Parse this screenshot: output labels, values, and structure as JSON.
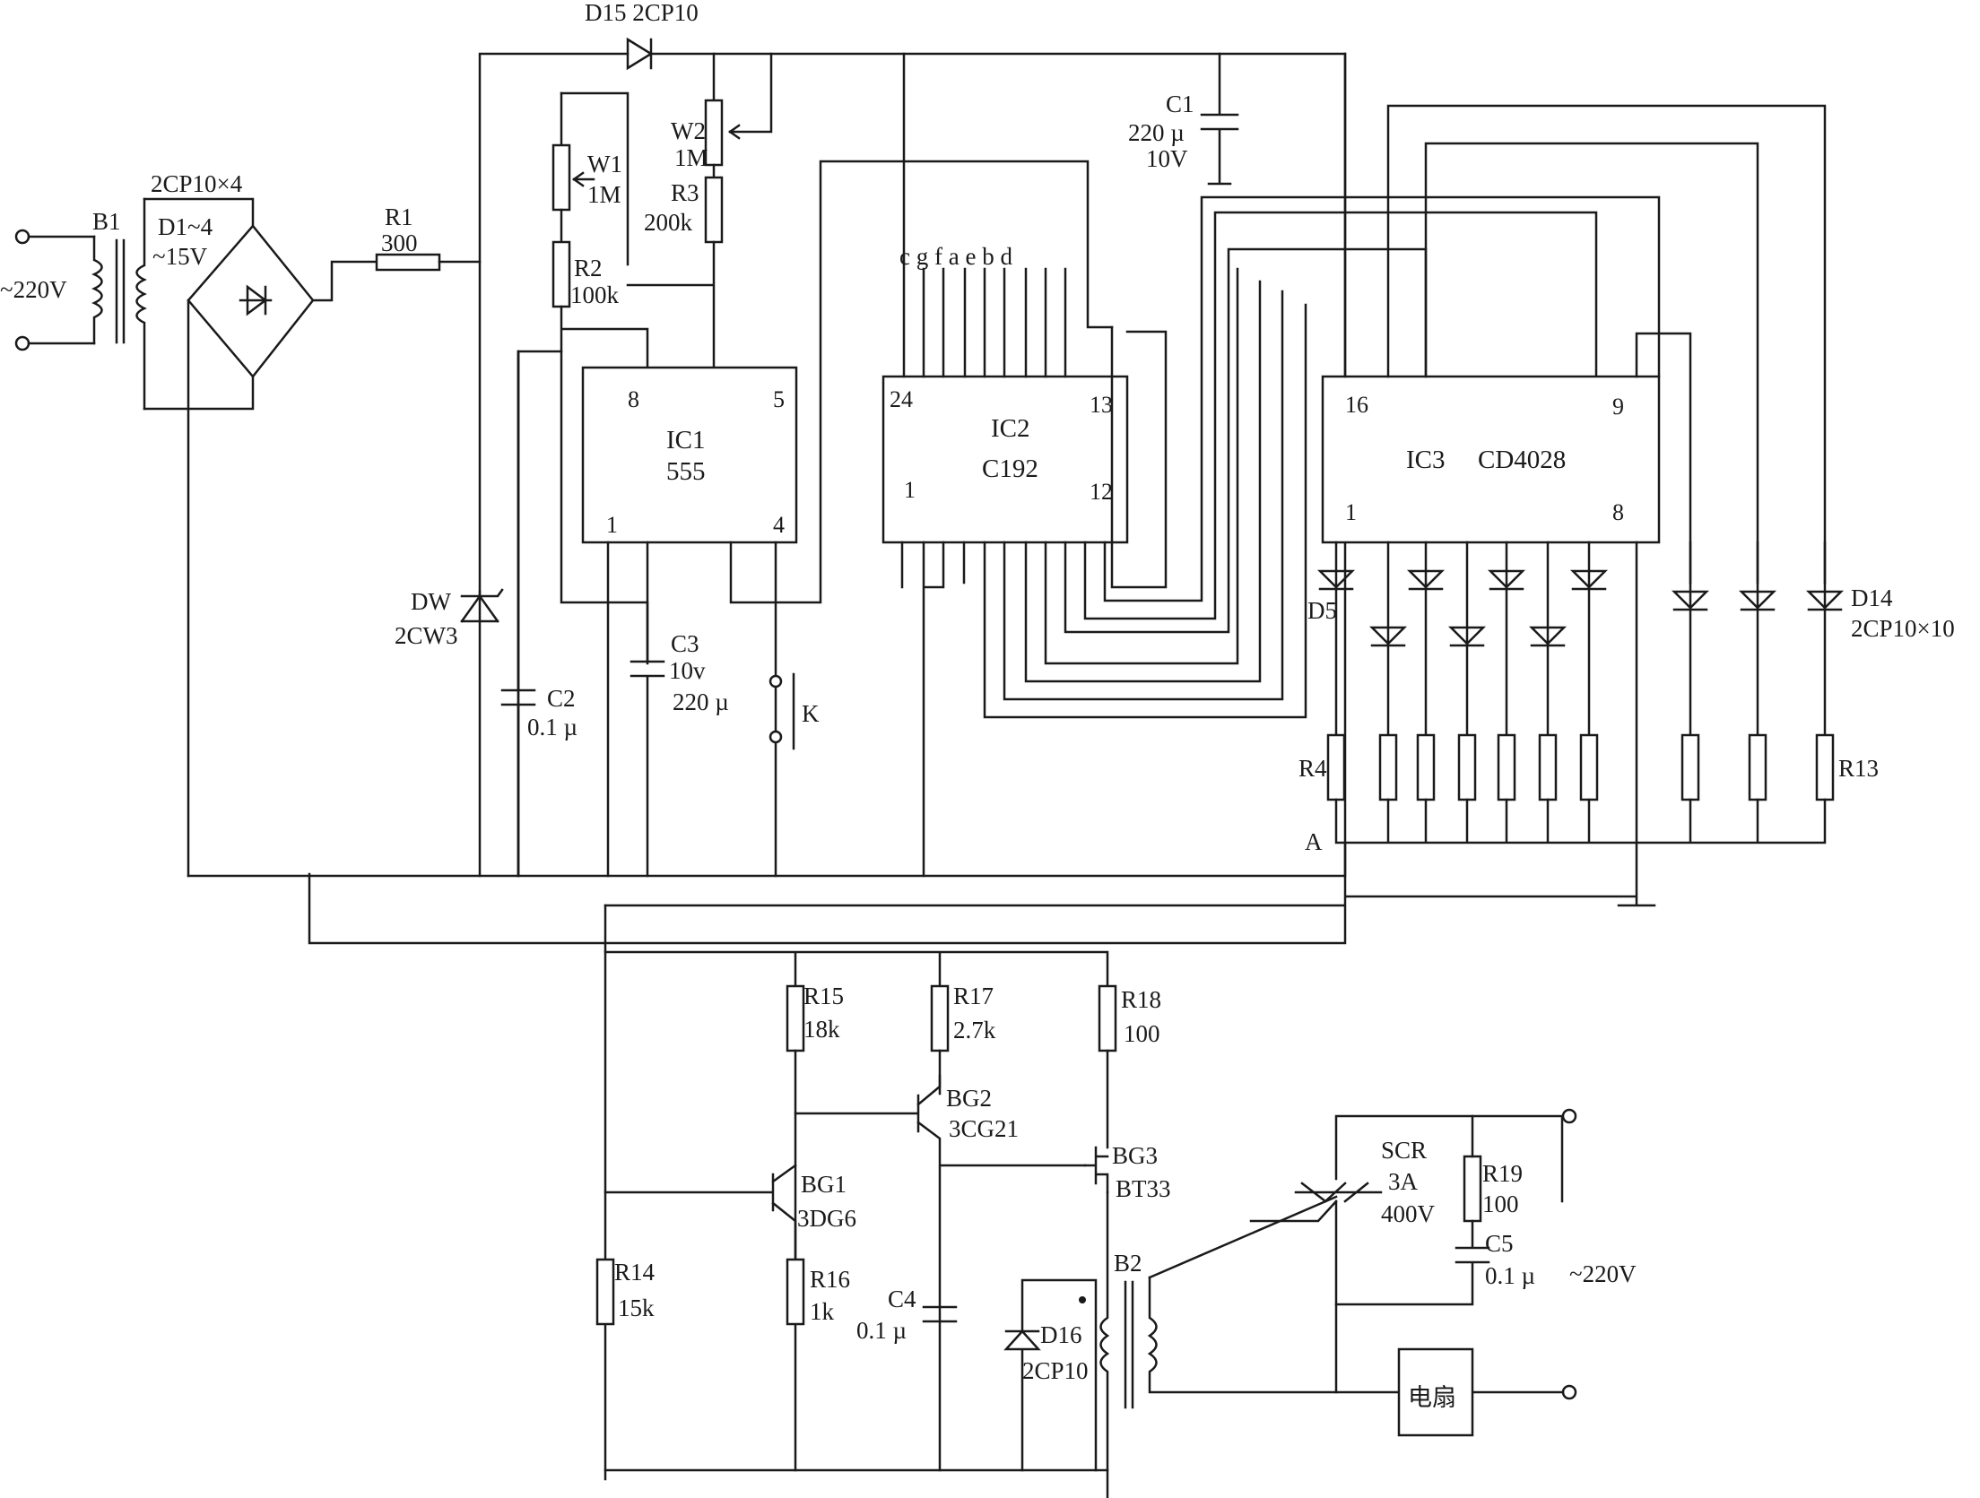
{
  "labels": {
    "mains_in": "~220V",
    "b1": "B1",
    "bridge_diodes": "2CP10×4",
    "d1_4": "D1~4",
    "v15": "~15V",
    "r1": "R1",
    "r1_val": "300",
    "d15": "D15 2CP10",
    "w1": "W1",
    "w1_val": "1M",
    "r2": "R2",
    "r2_val": "100k",
    "w2": "W2",
    "w2_val": "1M",
    "r3": "R3",
    "r3_val": "200k",
    "c1": "C1",
    "c1_val": "220 µ",
    "c1_v": "10V",
    "dw": "DW",
    "dw_val": "2CW3",
    "c2": "C2",
    "c2_val": "0.1 µ",
    "c3": "C3",
    "c3_v": "10v",
    "c3_val": "220 µ",
    "k": "K",
    "seg": "c g f a e b d",
    "d5": "D5",
    "d14": "D14",
    "d14_val": "2CP10×10",
    "r4": "R4",
    "r13": "R13",
    "node_a": "A",
    "r15": "R15",
    "r15_val": "18k",
    "r17": "R17",
    "r17_val": "2.7k",
    "r18": "R18",
    "r18_val": "100",
    "bg2": "BG2",
    "bg2_val": "3CG21",
    "bg1": "BG1",
    "bg1_val": "3DG6",
    "bg3": "BG3",
    "bg3_val": "BT33",
    "r14": "R14",
    "r14_val": "15k",
    "r16": "R16",
    "r16_val": "1k",
    "c4": "C4",
    "c4_val": "0.1 µ",
    "d16": "D16",
    "d16_val": "2CP10",
    "b2": "B2",
    "scr": "SCR",
    "scr_a": "3A",
    "scr_v": "400V",
    "r19": "R19",
    "r19_val": "100",
    "c5": "C5",
    "c5_val": "0.1 µ",
    "mains_out": "~220V",
    "fan": "电扇"
  },
  "ic1": {
    "name": "IC1",
    "type": "555",
    "p8": "8",
    "p5": "5",
    "p1": "1",
    "p4": "4"
  },
  "ic2": {
    "name": "IC2",
    "type": "C192",
    "p24": "24",
    "p13": "13",
    "p1": "1",
    "p12": "12"
  },
  "ic3": {
    "name": "IC3",
    "type": "CD4028",
    "p16": "16",
    "p9": "9",
    "p1": "1",
    "p8": "8"
  }
}
